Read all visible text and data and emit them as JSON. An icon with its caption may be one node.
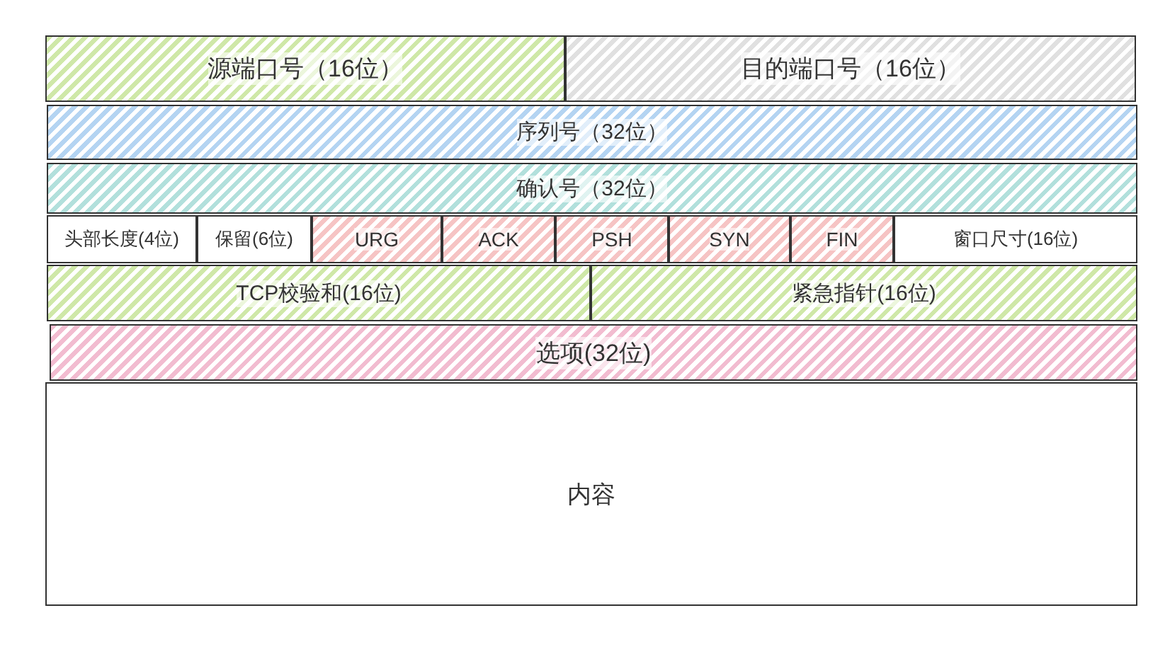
{
  "diagram": {
    "nodes": [
      {
        "text": [
          "源端口号（16位）"
        ]
      },
      {
        "text": [
          "目的端口号（16位）"
        ]
      },
      {
        "text": [
          "序列号（32位）"
        ]
      },
      {
        "text": [
          "确认号（32位）"
        ]
      },
      {
        "text": [
          "头部长度(4位)"
        ]
      },
      {
        "text": [
          "保留(6位)"
        ]
      },
      {
        "text": [
          "URG"
        ]
      },
      {
        "text": [
          "ACK"
        ]
      },
      {
        "text": [
          "PSH"
        ]
      },
      {
        "text": [
          "SYN"
        ]
      },
      {
        "text": [
          "FIN"
        ]
      },
      {
        "text": [
          "窗口尺寸(16位)"
        ]
      },
      {
        "text": [
          "TCP校验和(16位)"
        ]
      },
      {
        "text": [
          "紧急指针(16位)"
        ]
      },
      {
        "text": [
          "选项(32位)"
        ]
      },
      {
        "text": [
          "内容"
        ]
      }
    ]
  }
}
